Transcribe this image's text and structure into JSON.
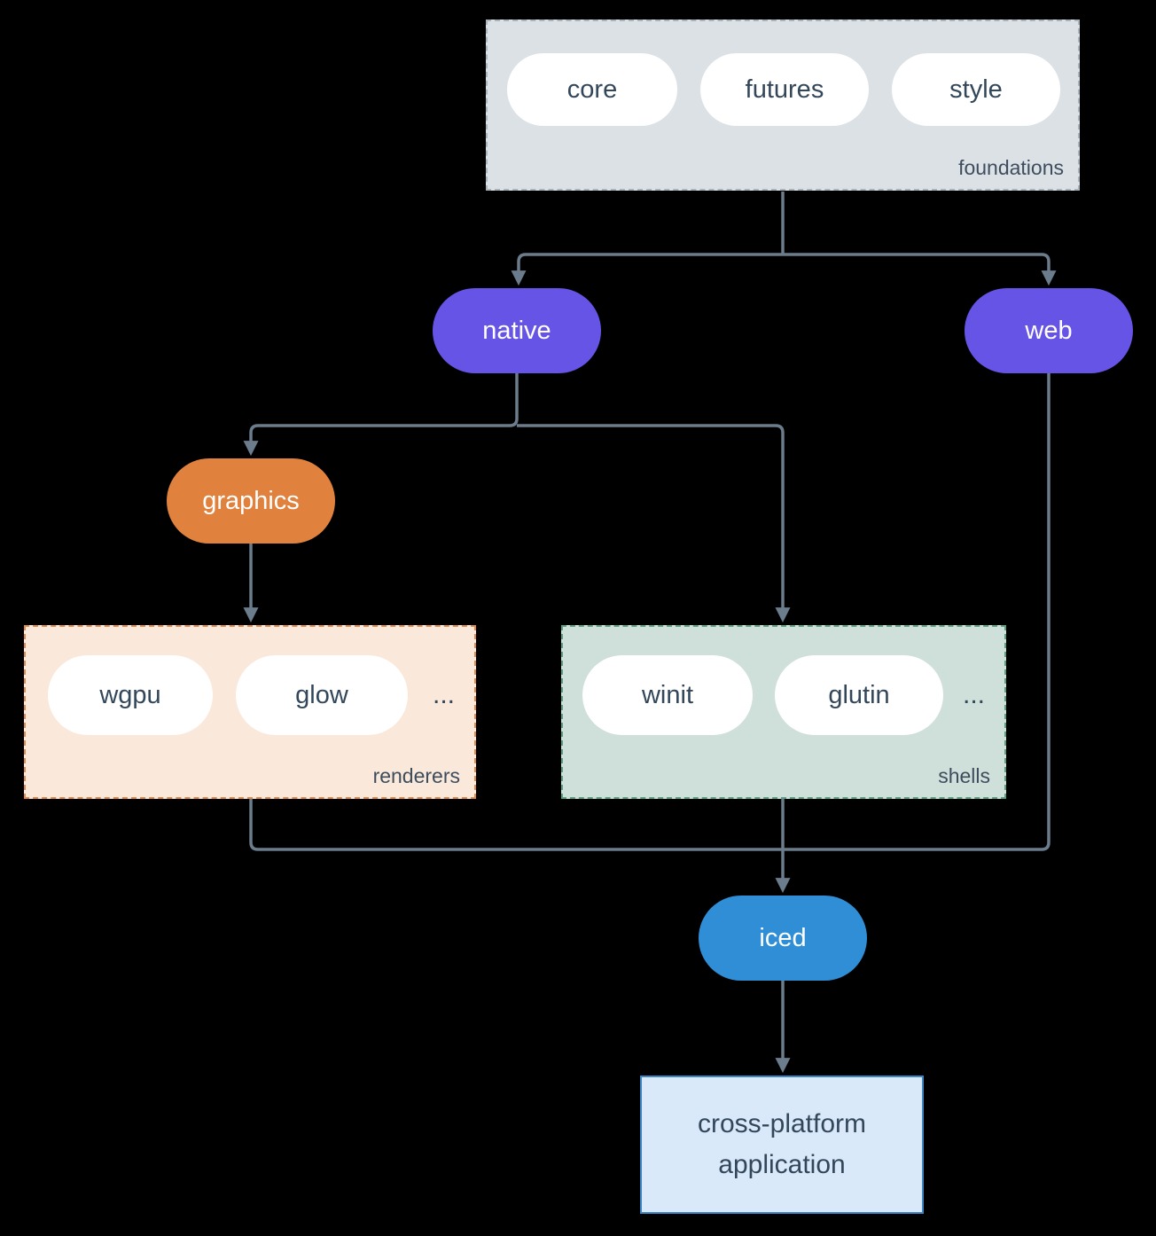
{
  "diagram": {
    "groups": {
      "foundations": {
        "label": "foundations",
        "items": [
          "core",
          "futures",
          "style"
        ]
      },
      "renderers": {
        "label": "renderers",
        "items": [
          "wgpu",
          "glow"
        ],
        "more": "..."
      },
      "shells": {
        "label": "shells",
        "items": [
          "winit",
          "glutin"
        ],
        "more": "..."
      }
    },
    "nodes": {
      "native": "native",
      "web": "web",
      "graphics": "graphics",
      "iced": "iced",
      "application": "cross-platform application"
    },
    "colors": {
      "background": "#000000",
      "arrow": "#6b7c8c",
      "pill_bg": "#ffffff",
      "pill_text": "#33475b",
      "foundations_bg": "#dce1e6",
      "foundations_border": "#a9b4bd",
      "renderers_bg": "#fae8da",
      "renderers_border": "#dd8a4e",
      "shells_bg": "#cfdfd9",
      "shells_border": "#5aa183",
      "purple": "#6554e6",
      "orange": "#e0823e",
      "blue": "#2f8ed6",
      "app_bg": "#d9e9f9",
      "app_border": "#3c86c6"
    }
  }
}
